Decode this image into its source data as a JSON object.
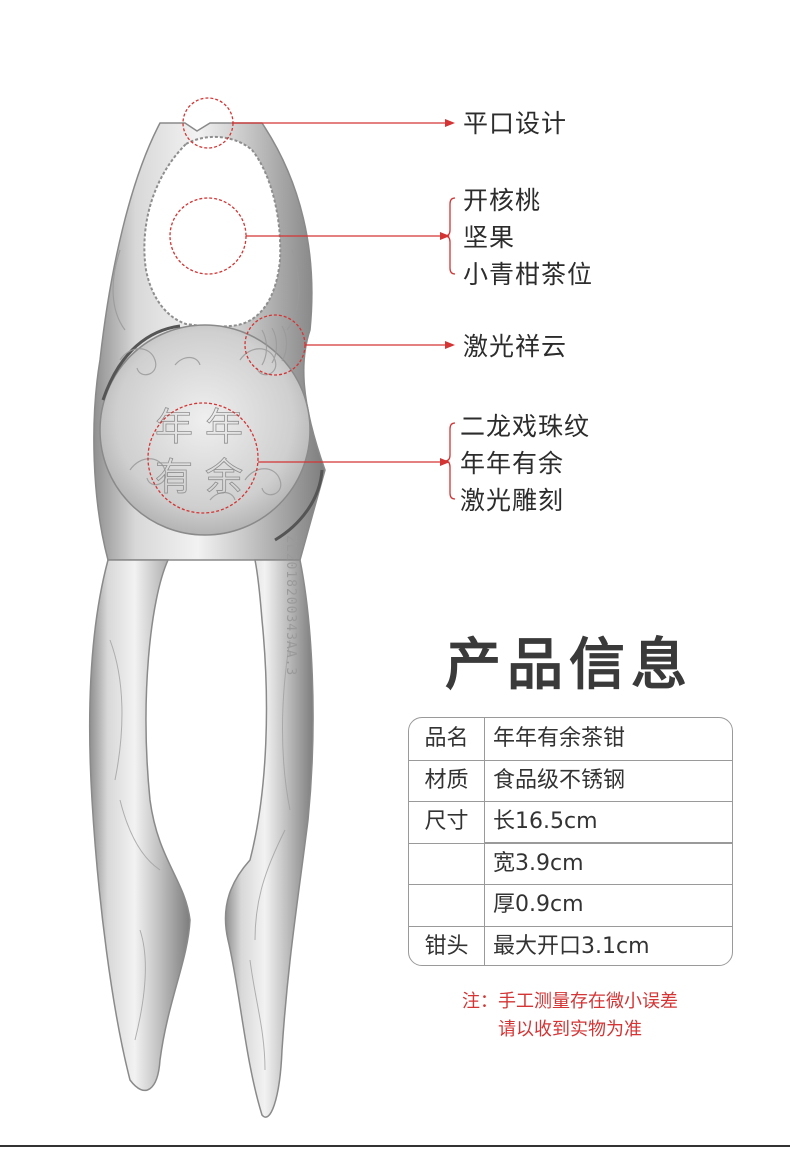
{
  "callouts": {
    "flat_tip": "平口设计",
    "crack_lines": [
      "开核桃",
      "坚果",
      "小青柑茶位"
    ],
    "cloud": "激光祥云",
    "engrave_lines": [
      "二龙戏珠纹",
      "年年有余",
      "激光雕刻"
    ]
  },
  "engraving": {
    "chars": [
      "年",
      "年",
      "有",
      "余"
    ],
    "serial": "ZL2018200343AA.3"
  },
  "info": {
    "title": "产品信息",
    "rows": [
      {
        "key": "品名",
        "value": "年年有余茶钳"
      },
      {
        "key": "材质",
        "value": "食品级不锈钢"
      },
      {
        "key": "尺寸",
        "value": "长16.5cm"
      },
      {
        "key": "",
        "value": "宽3.9cm"
      },
      {
        "key": "",
        "value": "厚0.9cm"
      },
      {
        "key": "钳头",
        "value": "最大开口3.1cm"
      }
    ]
  },
  "note": {
    "line1": "注：手工测量存在微小误差",
    "line2": "请以收到实物为准"
  },
  "colors": {
    "accent_red": "#d43434",
    "steel_light": "#e4e4e4",
    "steel_dark": "#8a8a8a"
  }
}
